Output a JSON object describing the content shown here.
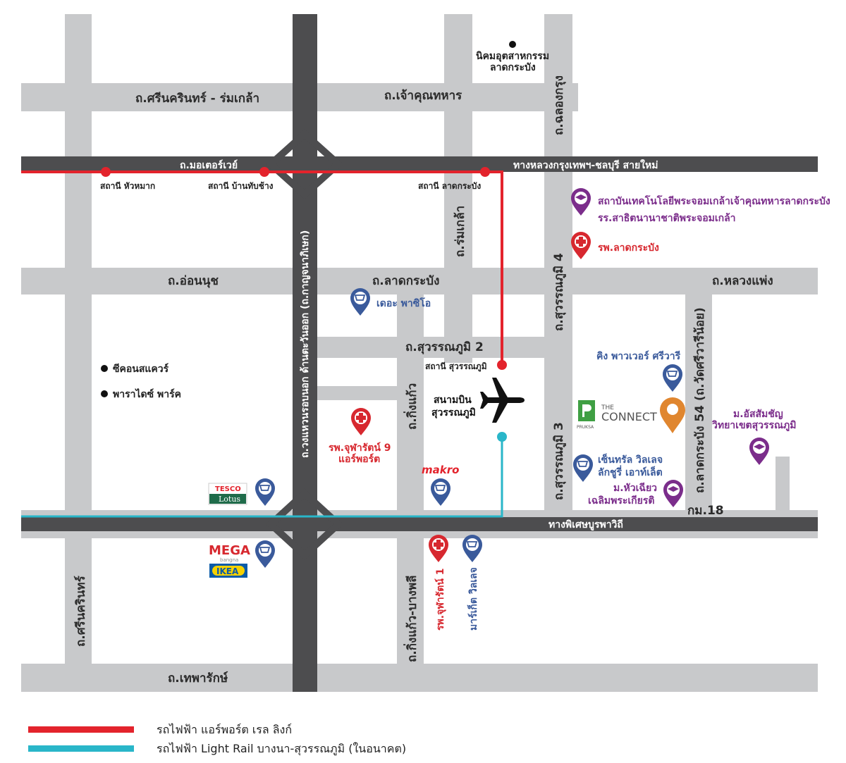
{
  "colors": {
    "road": "#c8c9cb",
    "highway": "#4d4d4f",
    "airport_link": "#e3232c",
    "light_rail": "#29b6c9",
    "purple": "#7b2d8b",
    "red": "#d7282f",
    "blue": "#3a5a9b",
    "orange": "#e0862f",
    "green": "#3f9f43"
  },
  "roads": {
    "srinakarin_romklao": "ถ.ศรีนครินทร์ - ร่มเกล้า",
    "chao_khun_thahan": "ถ.เจ้าคุณทหาร",
    "chalong_krung": "ถ.ฉลองกรุง",
    "motorway": "ถ.มอเตอร์เวย์",
    "bangkok_chonburi": "ทางหลวงกรุงเทพฯ-ชลบุรี สายใหม่",
    "romklao": "ถ.ร่มเกล้า",
    "kanchanaphisek": "ถ.วงแหวนรอบนอก ด้านตะวันออก (ถ.กาญจนาภิเษก)",
    "on_nut": "ถ.อ่อนนุช",
    "lat_krabang": "ถ.ลาดกระบัง",
    "luang_phaeng": "ถ.หลวงแพ่ง",
    "suvarnabhumi_4": "ถ.สุวรรณภูมิ 4",
    "suvarnabhumi_2": "ถ.สุวรรณภูมิ 2",
    "suvarnabhumi_3": "ถ.สุวรรณภูมิ 3",
    "lat_krabang_54": "ถ.ลาดกระบัง 54 (ถ.วัดศรีวารีน้อย)",
    "king_kaeo": "ถ.กิ่งแก้ว",
    "km18": "กม.18",
    "burapha_withi": "ทางพิเศษบูรพาวิถี",
    "srinakarin": "ถ.ศรีนครินทร์",
    "king_kaeo_bang_phli": "ถ.กิ่งแก้ว-บางพลี",
    "thepharak": "ถ.เทพารักษ์"
  },
  "stations": {
    "hua_mak": "สถานี หัวหมาก",
    "ban_thap_chang": "สถานี บ้านทับช้าง",
    "lat_krabang": "สถานี ลาดกระบัง",
    "suvarnabhumi": "สถานี สุวรรณภูมิ"
  },
  "airport": {
    "line1": "สนามบิน",
    "line2": "สุวรรณภูมิ"
  },
  "places": {
    "industrial_1": "นิคมอุตสาหกรรม",
    "industrial_2": "ลาดกระบัง",
    "kmitl": "สถาบันเทคโนโลยีพระจอมเกล้าเจ้าคุณทหารลาดกระบัง",
    "kmitl_school": "รร.สาธิตนานาชาติพระจอมเกล้า",
    "lat_krabang_hospital": "รพ.ลาดกระบัง",
    "paseo": "เดอะ พาซิโอ",
    "seacon": "ซีคอนสแควร์",
    "paradise": "พาราไดซ์ พาร์ค",
    "chularat9_1": "รพ.จุฬารัตน์ 9",
    "chularat9_2": "แอร์พอร์ต",
    "makro": "makro",
    "tesco_1": "TESCO",
    "tesco_2": "Lotus",
    "mega": "MEGA",
    "mega_sub": "bangna",
    "ikea": "IKEA",
    "chularat1": "รพ.จุฬารัตน์ 1",
    "market_village": "มาร์เก็ต วิลเลจ",
    "king_power": "คิง พาวเวอร์ ศรีวารี",
    "pruksa": "PRUKSA",
    "the_connect_1": "THE",
    "the_connect_2": "CONNECT",
    "central_village_1": "เซ็นทรัล วิลเลจ",
    "central_village_2": "ลักชูรี่ เอาท์เล็ต",
    "hua_chiew_1": "ม.หัวเฉียว",
    "hua_chiew_2": "เฉลิมพระเกียรติ",
    "assumption_1": "ม.อัสสัมชัญ",
    "assumption_2": "วิทยาเขตสุวรรณภูมิ"
  },
  "legend": {
    "airport_link": "รถไฟฟ้า แอร์พอร์ต เรล ลิงก์",
    "light_rail": "รถไฟฟ้า Light Rail บางนา-สุวรรณภูมิ (ในอนาคต)"
  }
}
